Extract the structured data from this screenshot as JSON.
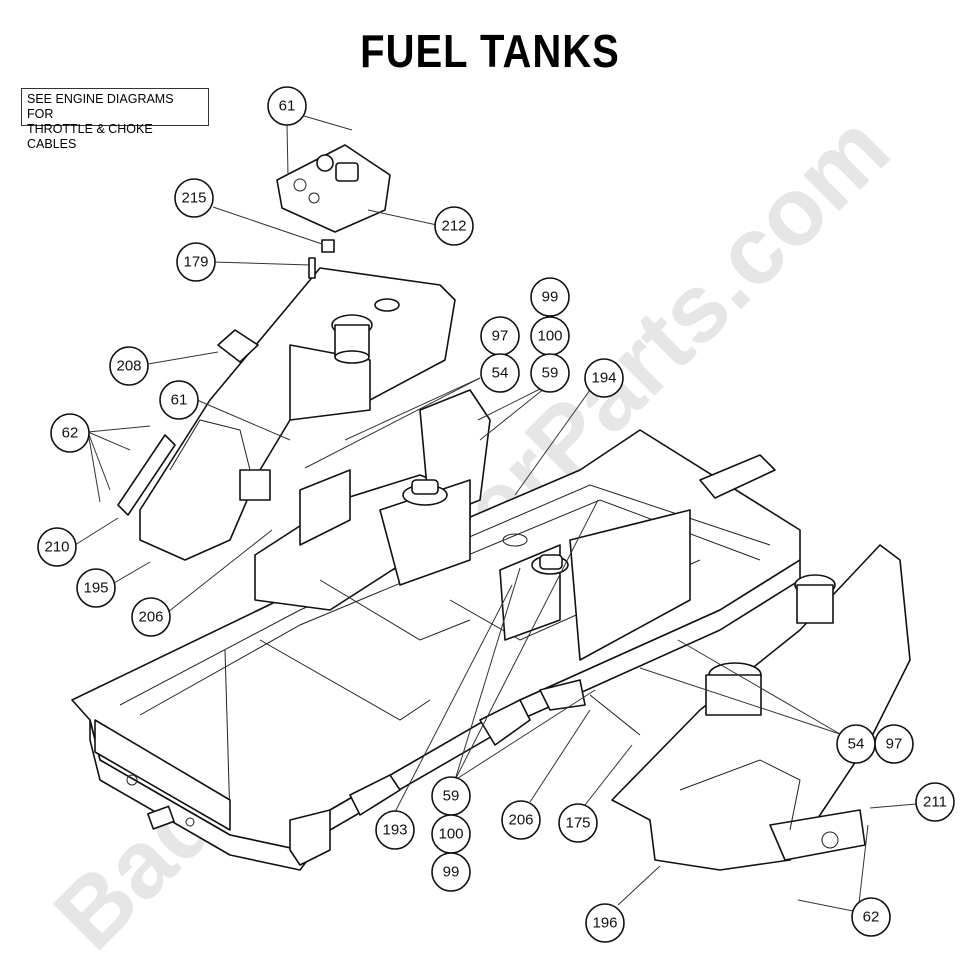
{
  "title": "FUEL TANKS",
  "note": {
    "line1": "SEE ENGINE DIAGRAMS FOR",
    "line2": "THROTTLE & CHOKE CABLES"
  },
  "watermark": "BadBoyMowerParts.com",
  "callouts": [
    {
      "label": "61"
    },
    {
      "label": "212"
    },
    {
      "label": "215"
    },
    {
      "label": "179"
    },
    {
      "label": "208"
    },
    {
      "label": "61"
    },
    {
      "label": "62"
    },
    {
      "label": "210"
    },
    {
      "label": "195"
    },
    {
      "label": "206"
    },
    {
      "label": "99"
    },
    {
      "label": "97"
    },
    {
      "label": "100"
    },
    {
      "label": "54"
    },
    {
      "label": "59"
    },
    {
      "label": "194"
    },
    {
      "label": "54"
    },
    {
      "label": "97"
    },
    {
      "label": "211"
    },
    {
      "label": "62"
    },
    {
      "label": "196"
    },
    {
      "label": "59"
    },
    {
      "label": "100"
    },
    {
      "label": "99"
    },
    {
      "label": "193"
    },
    {
      "label": "206"
    },
    {
      "label": "175"
    }
  ],
  "colors": {
    "line": "#111111",
    "watermark": "#e6e6e6",
    "background": "#ffffff"
  }
}
